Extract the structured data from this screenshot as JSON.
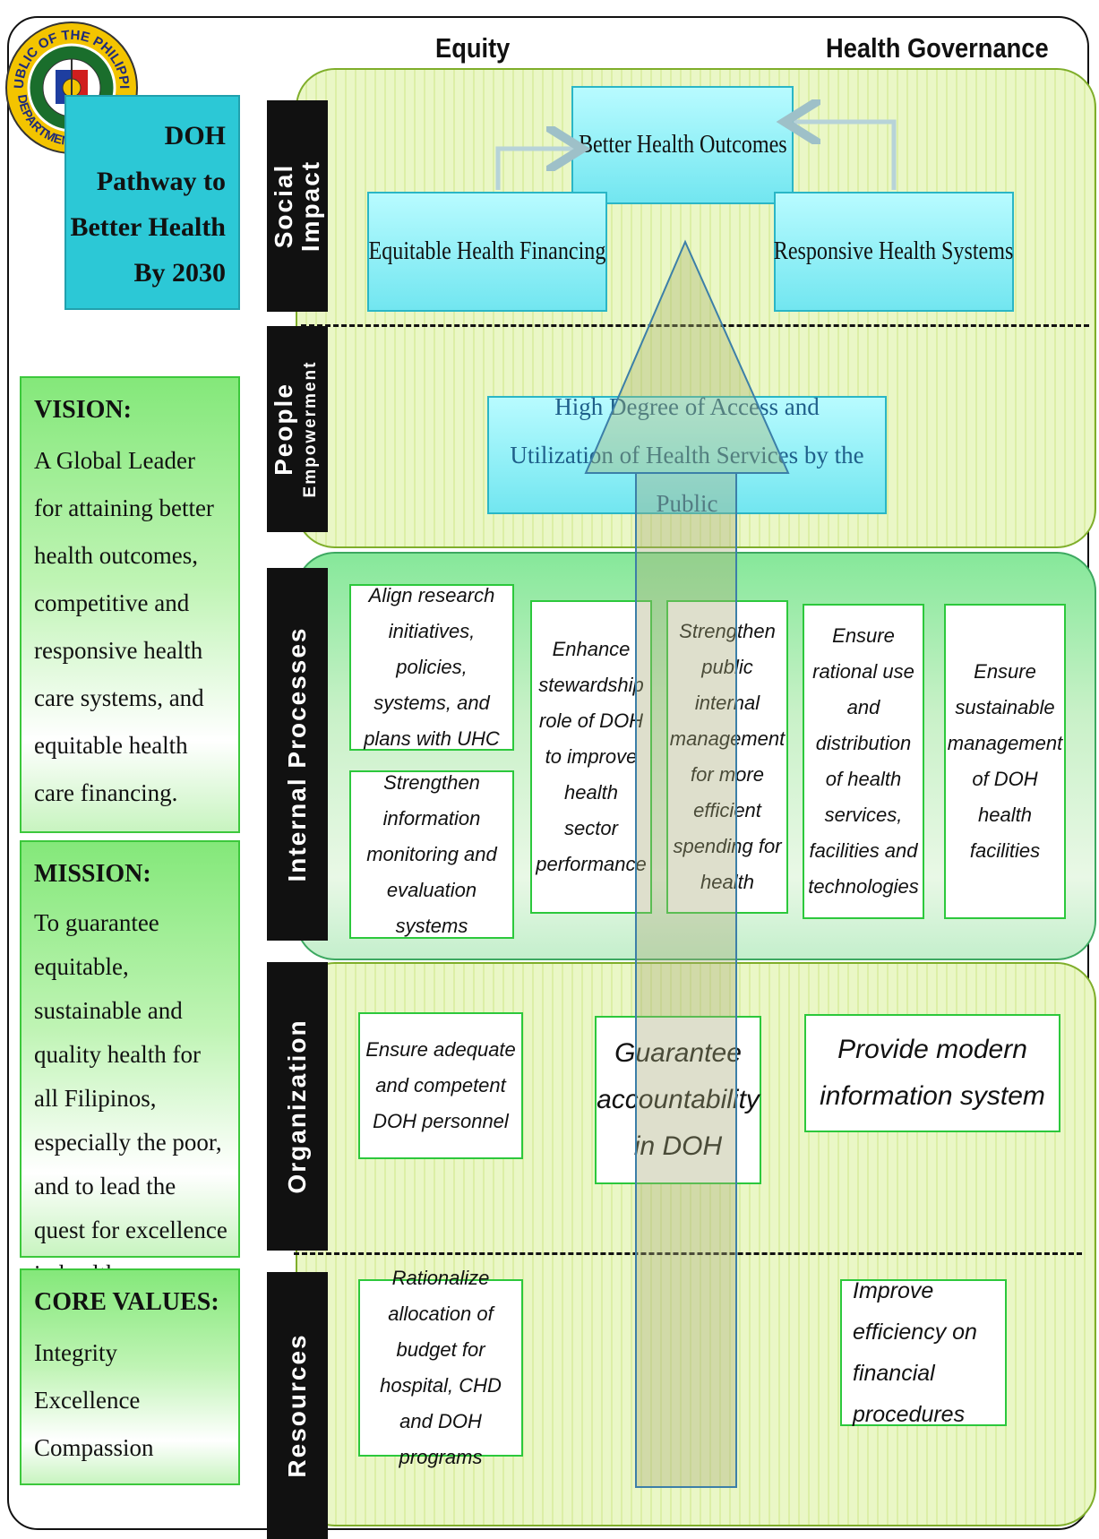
{
  "header": {
    "title_lines": [
      "DOH",
      "Pathway to",
      "Better Health",
      "By 2030"
    ],
    "seal_text": "REPUBLIC OF THE PHILIPPINES · DEPARTMENT OF HEALTH",
    "col_equity": "Equity",
    "col_governance": "Health Governance"
  },
  "vision": {
    "heading": "VISION:",
    "text": "A Global Leader for attaining better health outcomes, competitive and responsive health care systems, and equitable health care financing."
  },
  "mission": {
    "heading": "MISSION:",
    "text": "To guarantee equitable, sustainable and quality health for all Filipinos, especially the poor, and to lead the quest for excellence in health."
  },
  "core_values": {
    "heading": "CORE VALUES:",
    "items": [
      "Integrity",
      "Excellence",
      "Compassion"
    ]
  },
  "bands": {
    "social_impact": [
      "Social",
      "Impact"
    ],
    "people_empowerment": [
      "People",
      "Empowerment"
    ],
    "internal_processes": "Internal Processes",
    "organization": "Organization",
    "resources": "Resources"
  },
  "social_impact": {
    "outcome": "Better Health Outcomes",
    "financing": "Equitable Health Financing",
    "systems": "Responsive Health Systems"
  },
  "people_empowerment": {
    "goal": "High Degree of  Access and Utilization of Health Services by the Public"
  },
  "internal_processes": [
    "Align research initiatives, policies, systems, and plans with UHC",
    "Strengthen information monitoring and evaluation  systems",
    "Enhance stewardship role of DOH to improve health sector performance",
    "Strengthen public internal management for more efficient spending for health",
    "Ensure rational use and distribution of health services, facilities and technologies",
    "Ensure sustainable management of DOH health facilities"
  ],
  "organization": [
    "Ensure adequate and competent DOH personnel",
    "Guarantee accountability in DOH",
    "Provide modern information system"
  ],
  "resources": [
    "Rationalize allocation of budget for hospital, CHD and DOH programs",
    "Improve efficiency on financial procedures"
  ],
  "colors": {
    "title_box": "#2cc8d6",
    "panel_lime": "#e6f5c0",
    "panel_green": "#9eeea8",
    "cyan_box": "#8eeef6",
    "box_border": "#2cc83c"
  }
}
